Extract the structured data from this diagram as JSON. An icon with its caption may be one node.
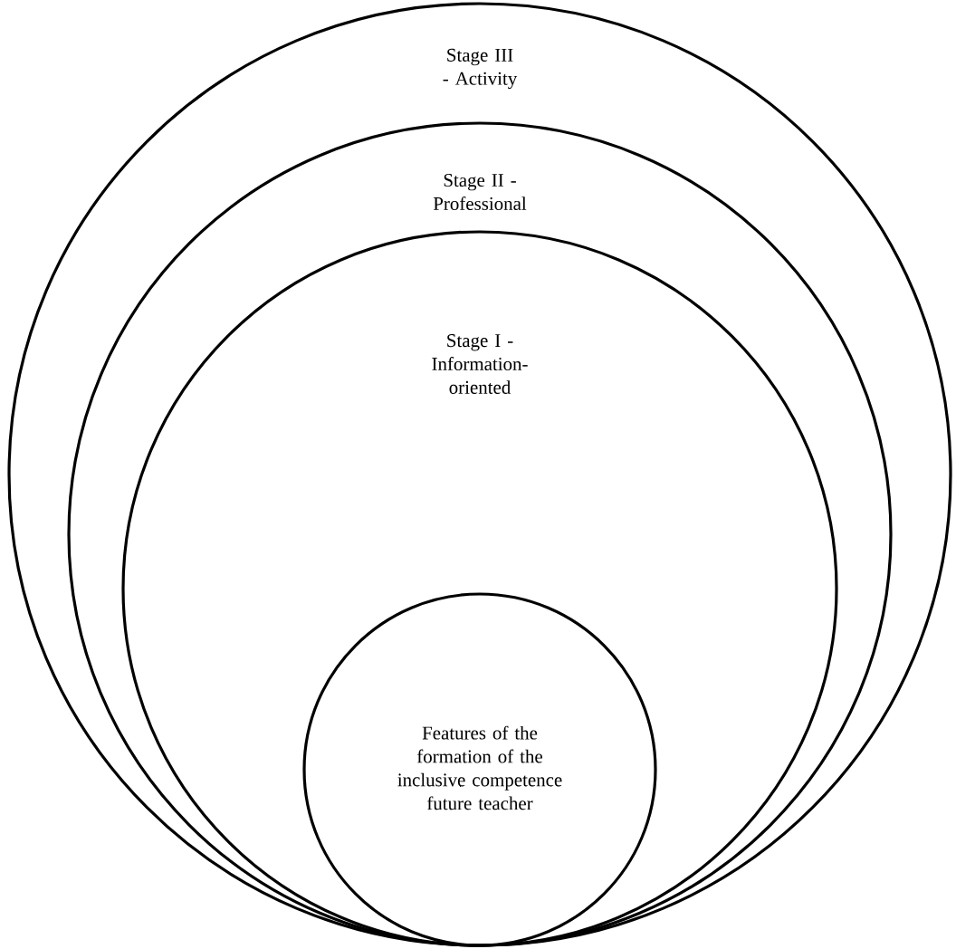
{
  "diagram": {
    "nodes": [
      {
        "text": [
          "Stage III - Activity"
        ]
      },
      {
        "text": [
          "Stage II - Professional"
        ],
        "in": 0
      },
      {
        "text": [
          "Stage I - Information-oriented"
        ],
        "in": 1
      },
      {
        "text": [
          "Features of the formation of the inclusive competence future teacher"
        ],
        "in": 2
      }
    ]
  }
}
